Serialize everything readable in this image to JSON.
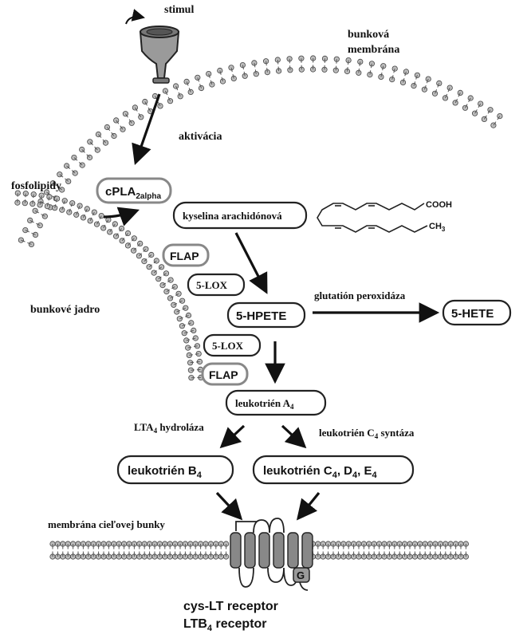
{
  "labels": {
    "stimulus": "stimul",
    "cell_membrane_line1": "bunková",
    "cell_membrane_line2": "membrána",
    "activation": "aktivácia",
    "phospholipids": "fosfolipidy",
    "nucleus": "bunkové jadro",
    "glutathione_peroxidase": "glutatión peroxidáza",
    "lta4_hydrolase": {
      "a": "LTA",
      "sub": "4",
      "b": " hydroláza"
    },
    "ltc4_synthase": {
      "a": "leukotrién C",
      "sub": "4",
      "b": " syntáza"
    },
    "target_membrane": "membrána cieľovej bunky",
    "receptor_line1": "cys-LT receptor",
    "receptor_line2": {
      "a": "LTB",
      "sub": "4",
      "b": " receptor"
    },
    "g_protein": "G"
  },
  "boxes": {
    "cpla2": {
      "a": "cPLA",
      "sub": "2alpha"
    },
    "arachidonic_acid": "kyselina arachidónová",
    "flap_1": "FLAP",
    "lox_1": "5-LOX",
    "hpete": "5-HPETE",
    "hete": "5-HETE",
    "lox_2": "5-LOX",
    "flap_2": "FLAP",
    "lta4": {
      "a": "leukotrién A",
      "sub": "4"
    },
    "ltb4": {
      "a": "leukotrién  B",
      "sub": "4"
    },
    "ltcde": {
      "a": "leukotrién  C",
      "s1": "4",
      "b": ", D",
      "s2": "4",
      "c": ", E",
      "s3": "4"
    }
  },
  "molecule": {
    "cooh": "COOH",
    "ch3": "CH",
    "ch3_sub": "3"
  },
  "colors": {
    "ink": "#111111",
    "grey_outline": "#888888",
    "receptor_fill": "#888888",
    "lipid_head": "#bdbdbd"
  }
}
